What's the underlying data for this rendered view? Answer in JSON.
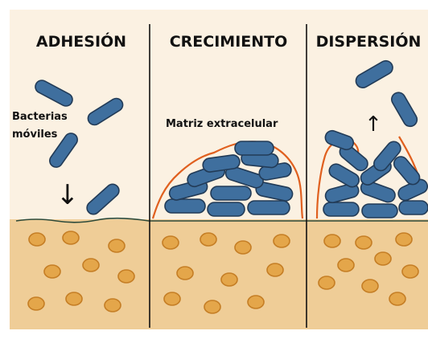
{
  "panels": [
    {
      "id": "adhesion",
      "title": "ADHESIÓN"
    },
    {
      "id": "crecimiento",
      "title": "CRECIMIENTO"
    },
    {
      "id": "dispersion",
      "title": "DISPERSIÓN"
    }
  ],
  "labels": {
    "motile_line1": "Bacterias",
    "motile_line2": "móviles",
    "matrix": "Matriz extracelular"
  },
  "arrows": {
    "down": "↓",
    "up": "↑"
  },
  "colors": {
    "background_top": "#fbf1e2",
    "substrate": "#efcd97",
    "bacteria_fill": "#3f6f9e",
    "bacteria_stroke": "#223b57",
    "particle_fill": "#e4a64a",
    "matrix_outline": "#e0601f"
  }
}
